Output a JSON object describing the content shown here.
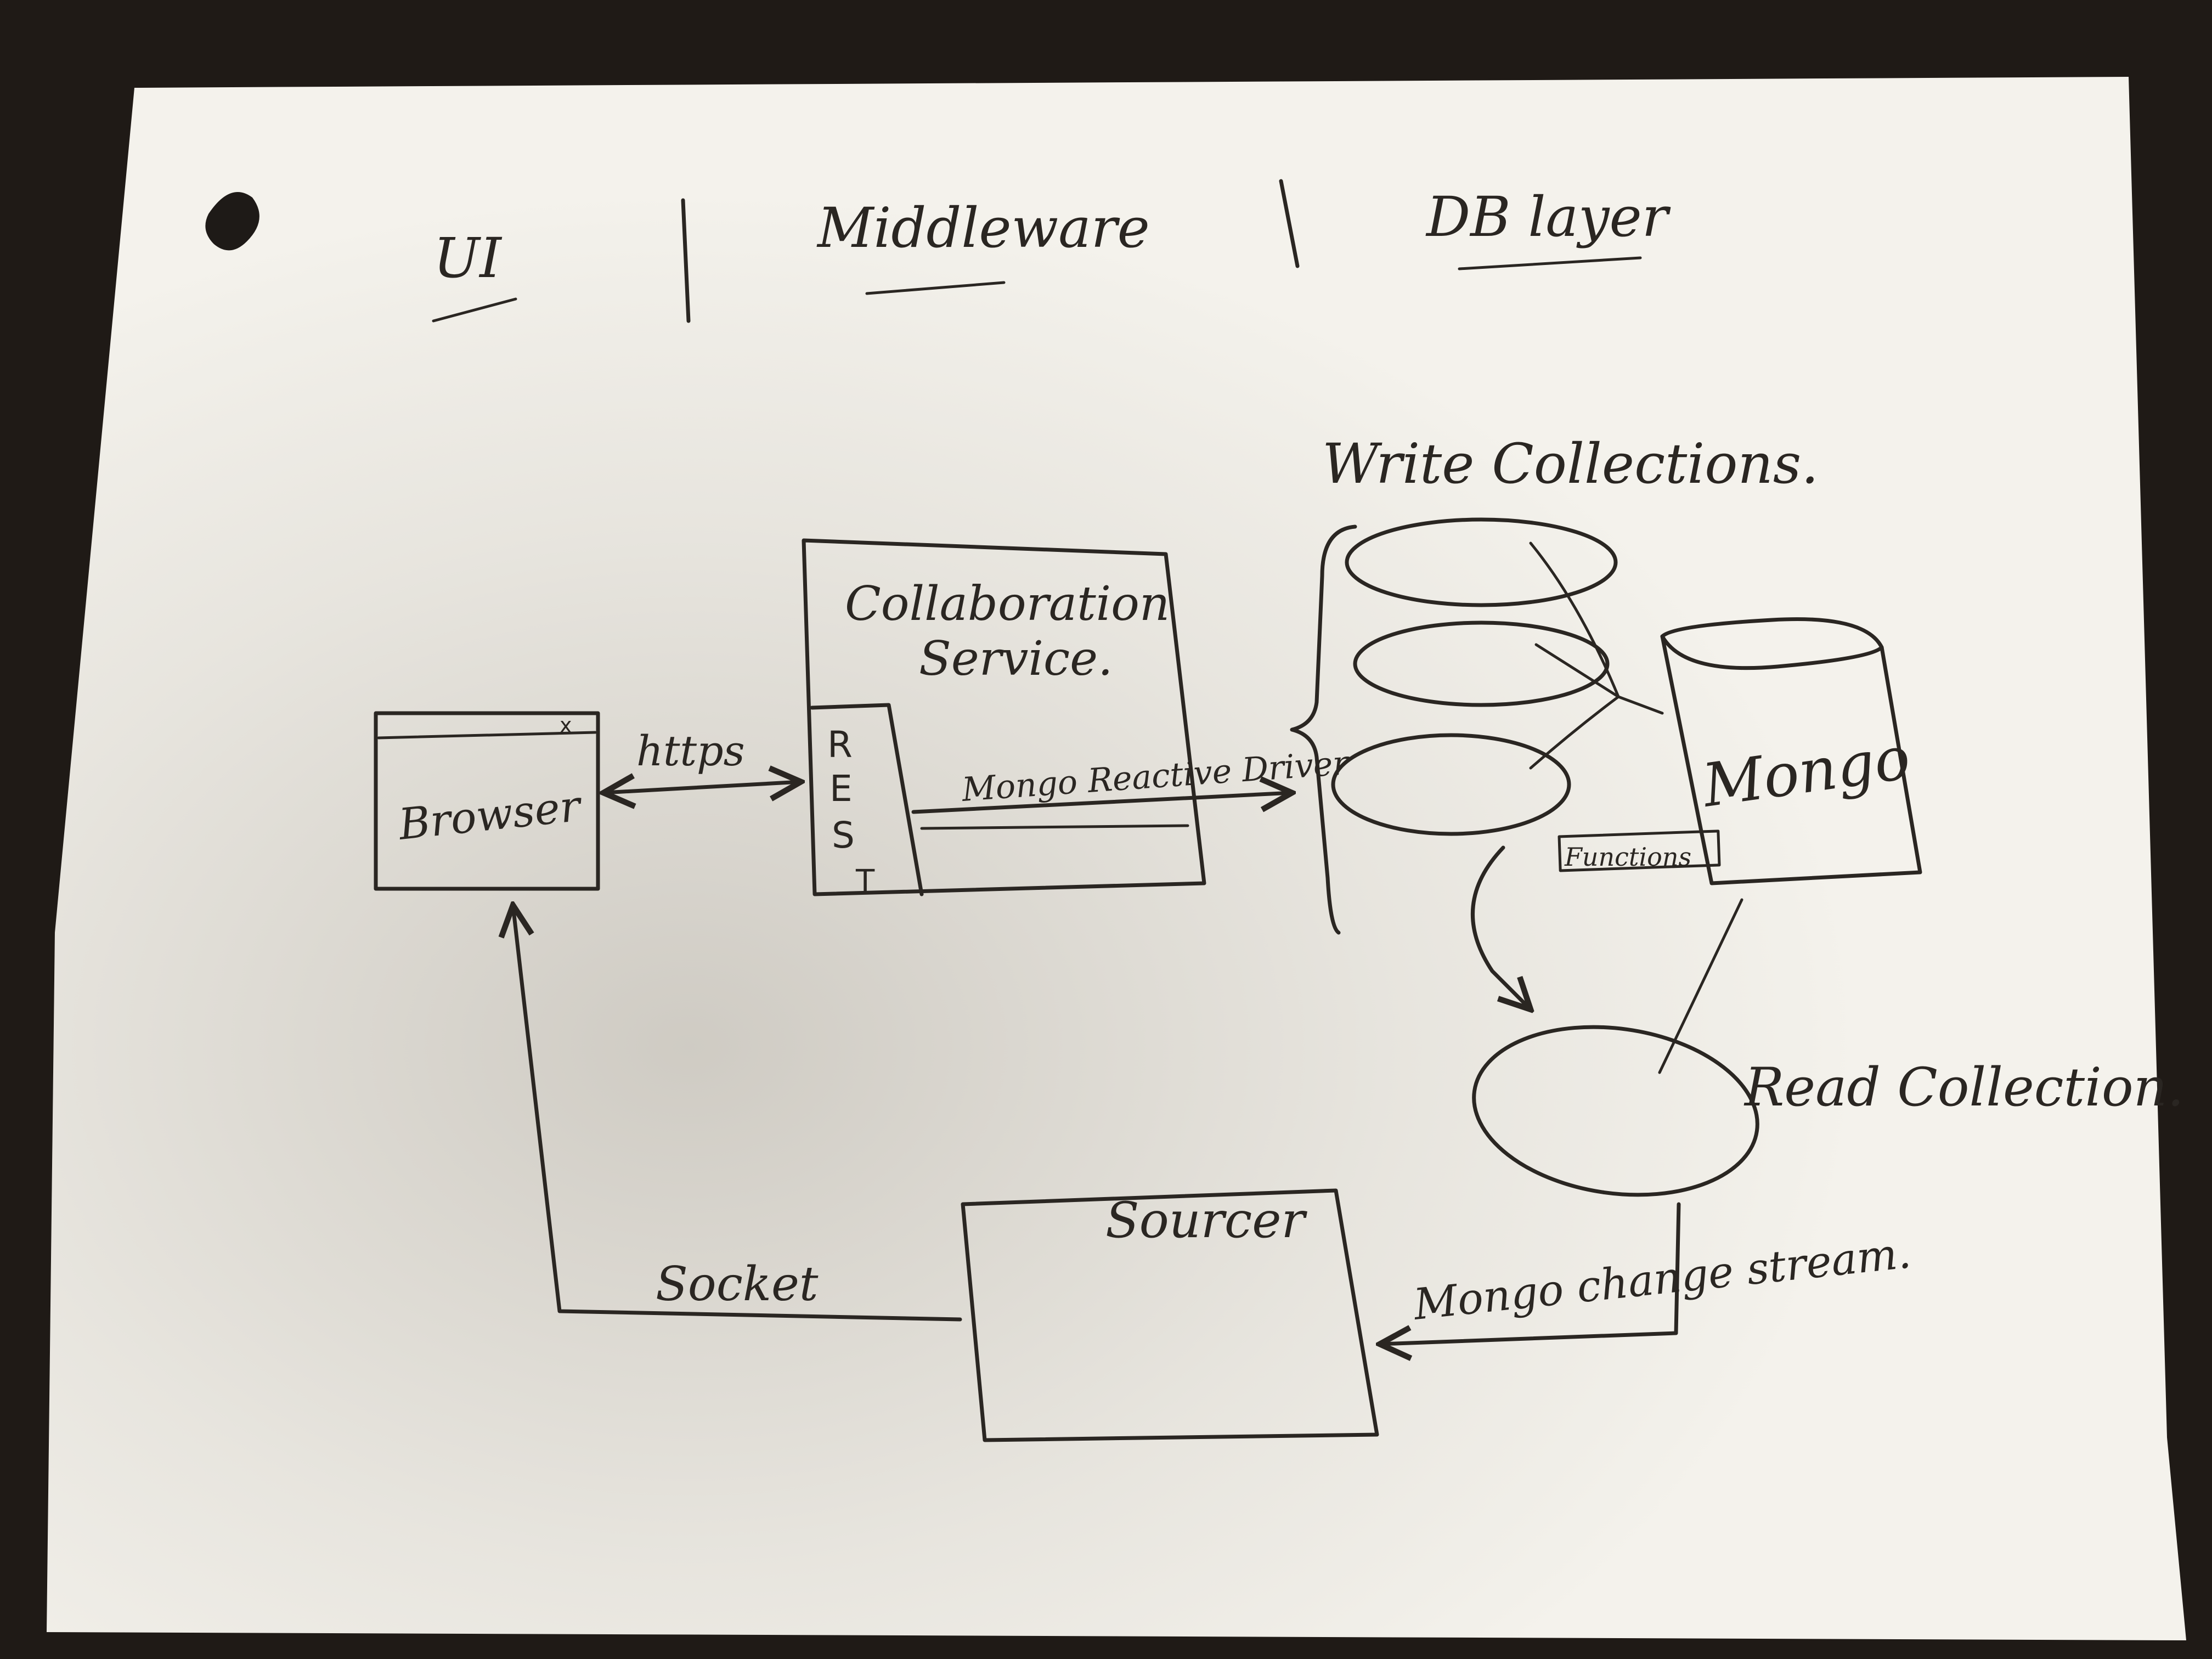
{
  "layers": {
    "ui": "UI",
    "middleware": "Middleware",
    "db": "DB layer"
  },
  "nodes": {
    "browser": "Browser",
    "browser_close": "x",
    "collaboration_service": [
      "Collaboration",
      "Service."
    ],
    "rest": [
      "R",
      "E",
      "S",
      "T"
    ],
    "mongo": "Mongo",
    "functions": "Functions",
    "sourcer": "Sourcer"
  },
  "groups": {
    "write_collections": "Write Collections.",
    "read_collection": "Read Collection."
  },
  "edges": {
    "https": "https",
    "mongo_reactive_driver": "Mongo Reactive Driver",
    "mongo_change_stream": "Mongo change stream.",
    "socket": "Socket"
  },
  "colors": {
    "ink": "#2a2622",
    "paper": "#f4f2ec",
    "background": "#1f1a16"
  }
}
